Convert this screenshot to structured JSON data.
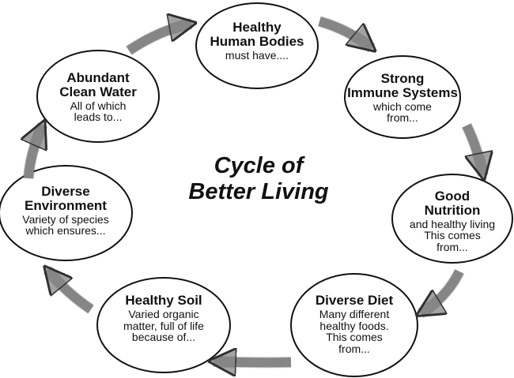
{
  "diagram": {
    "title": "Cycle of\nBetter Living",
    "colors": {
      "arrow_fill": "#a3a3a3",
      "arrow_stroke": "#2f2f2f",
      "node_fill": "#ffffff",
      "node_stroke": "#111111",
      "text": "#111111"
    },
    "nodes": [
      {
        "id": "healthy-human-bodies",
        "title": "Healthy\nHuman Bodies",
        "body": "must have...."
      },
      {
        "id": "strong-immune-systems",
        "title": "Strong\nImmune Systems",
        "body": "which come\nfrom..."
      },
      {
        "id": "good-nutrition",
        "title": "Good\nNutrition",
        "body": "and healthy living\nThis comes\nfrom..."
      },
      {
        "id": "diverse-diet",
        "title": "Diverse Diet",
        "body": "Many different\nhealthy foods.\nThis comes\nfrom..."
      },
      {
        "id": "healthy-soil",
        "title": "Healthy Soil",
        "body": "Varied organic\nmatter, full of life\nbecause of..."
      },
      {
        "id": "diverse-environment",
        "title": "Diverse\nEnvironment",
        "body": "Variety of species\nwhich ensures..."
      },
      {
        "id": "abundant-clean-water",
        "title": "Abundant\nClean Water",
        "body": "All of which\nleads to..."
      }
    ]
  }
}
